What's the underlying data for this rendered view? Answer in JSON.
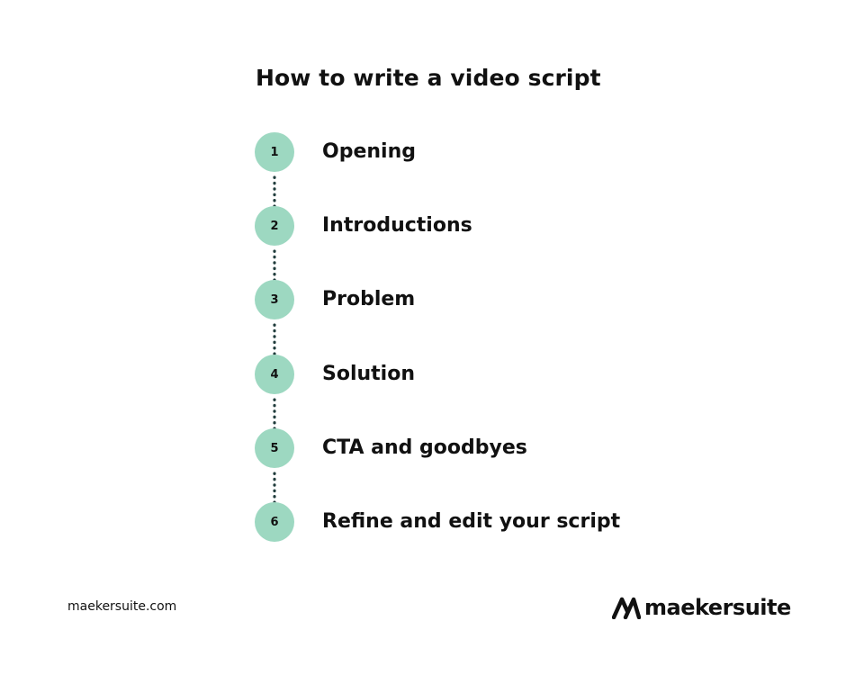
{
  "title": "How to write a video script",
  "accent_color": "#9dd8c1",
  "connector_color": "#1f3b3b",
  "steps": [
    {
      "number": "1",
      "label": "Opening"
    },
    {
      "number": "2",
      "label": "Introductions"
    },
    {
      "number": "3",
      "label": "Problem"
    },
    {
      "number": "4",
      "label": "Solution"
    },
    {
      "number": "5",
      "label": "CTA and goodbyes"
    },
    {
      "number": "6",
      "label": "Refine and edit your script"
    }
  ],
  "footer": {
    "url": "maekersuite.com",
    "logo_text": "maekersuite",
    "logo_icon": "maekersuite-logo-icon"
  }
}
